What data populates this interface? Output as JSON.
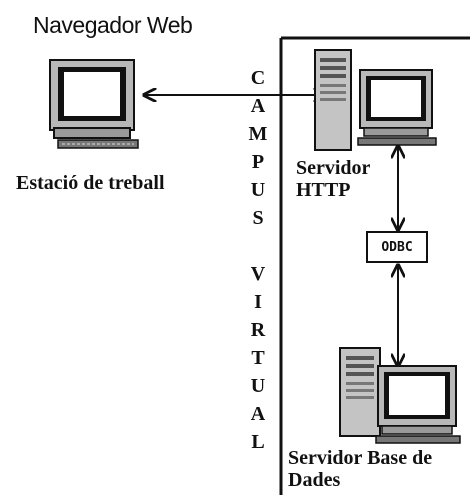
{
  "title": "Navegador Web",
  "workstation_label": "Estació de treball",
  "http_server_label": [
    "Servidor",
    "HTTP"
  ],
  "odbc_label": "ODBC",
  "db_server_label": [
    "Servidor Base de",
    "Dades"
  ],
  "campus_vertical": [
    "C",
    "A",
    "M",
    "P",
    "U",
    "S",
    "",
    "V",
    "I",
    "R",
    "T",
    "U",
    "A",
    "L"
  ]
}
